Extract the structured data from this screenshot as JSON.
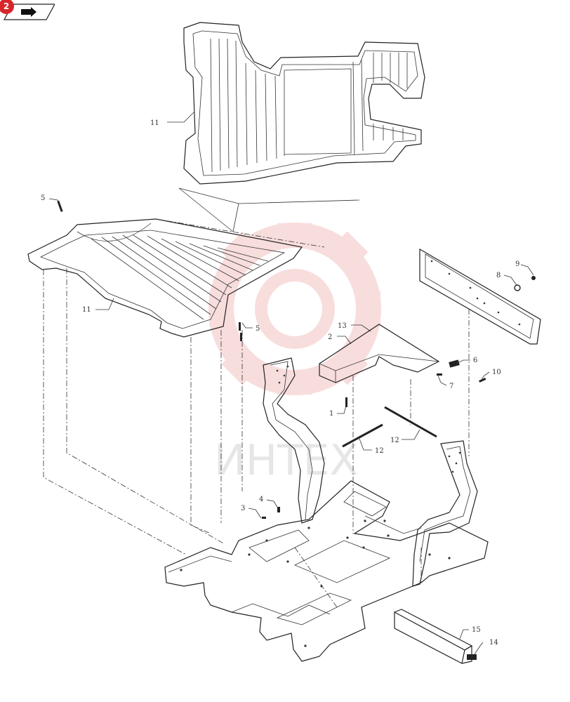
{
  "toolbar": {
    "badge_count": "2",
    "nav_icon": "return-arrow-icon",
    "badge_color": "#d9262c"
  },
  "watermark": {
    "text": "ИНТЕХ",
    "color": "#f4c2c2"
  },
  "callouts": {
    "c11_top": "11",
    "c5_top": "5",
    "c11_left": "11",
    "c5_mid": "5",
    "c13": "13",
    "c2": "2",
    "c9": "9",
    "c8": "8",
    "c6": "6",
    "c10": "10",
    "c7": "7",
    "c1": "1",
    "c12_a": "12",
    "c12_b": "12",
    "c3": "3",
    "c4": "4",
    "c15": "15",
    "c14": "14"
  }
}
